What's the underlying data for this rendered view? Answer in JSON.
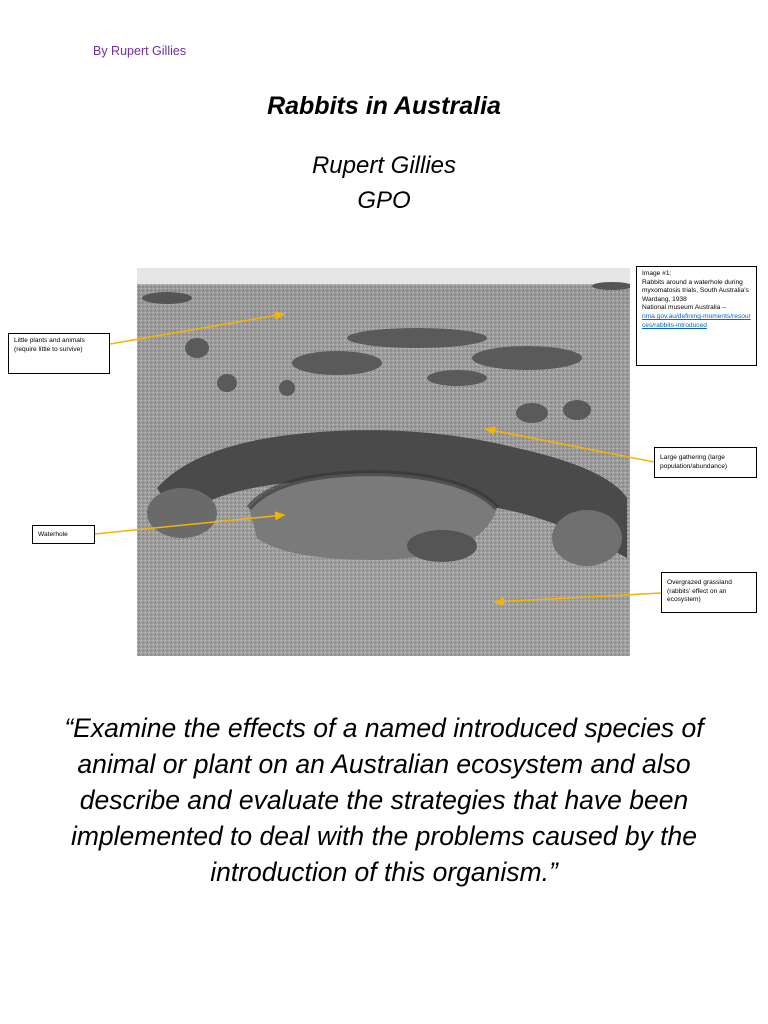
{
  "header": {
    "byline": "By Rupert Gillies",
    "byline_color": "#7030a0"
  },
  "title": "Rabbits in Australia",
  "author": {
    "name": "Rupert Gillies",
    "group": "GPO"
  },
  "figure": {
    "description": "Black-and-white photograph of many rabbits crowded around a waterhole in a barren landscape",
    "caption": {
      "label": "Image #1:",
      "lines": [
        "Rabbits around a waterhole during myxomatosis trials, South Australia's Wardang, 1938",
        "National museum Australia –"
      ],
      "link": "nma.gov.au/defining-moments/resources/rabbits-introduced"
    },
    "annotations": [
      {
        "id": "little-plants",
        "text": "Little plants and animals (require little to survive)"
      },
      {
        "id": "waterhole",
        "text": "Waterhole"
      },
      {
        "id": "large-gathering",
        "text": "Large gathering (large population/abundance)"
      },
      {
        "id": "overgrazed",
        "text": "Overgrazed grassland (rabbits' effect on an ecosystem)"
      }
    ],
    "arrow_color": "#f5b400"
  },
  "quote": "“Examine the effects of a named introduced species of animal or plant on an Australian ecosystem and also describe and evaluate the strategies that have been implemented to deal with the problems caused by the introduction of this organism.”"
}
